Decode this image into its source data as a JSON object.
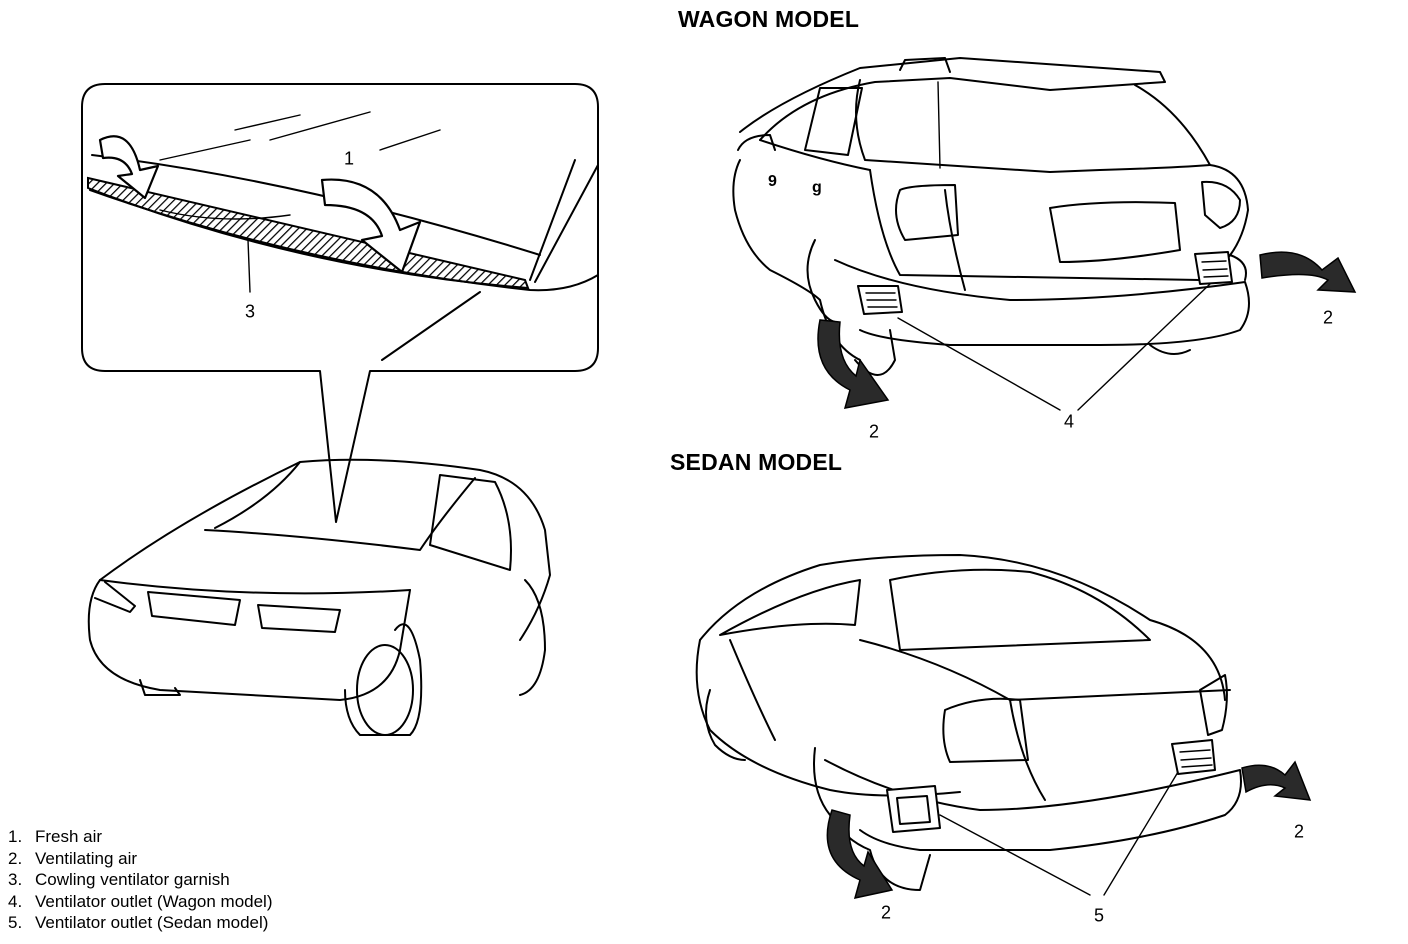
{
  "headings": {
    "wagon": "WAGON MODEL",
    "sedan": "SEDAN MODEL"
  },
  "callouts": {
    "fresh_air": "1",
    "garnish": "3",
    "wagon_air_left": "2",
    "wagon_air_right": "2",
    "wagon_outlet": "4",
    "sedan_air_left": "2",
    "sedan_air_right": "2",
    "sedan_outlet": "5"
  },
  "legend": [
    {
      "num": "1.",
      "text": "Fresh air"
    },
    {
      "num": "2.",
      "text": "Ventilating air"
    },
    {
      "num": "3.",
      "text": "Cowling ventilator garnish"
    },
    {
      "num": "4.",
      "text": "Ventilator outlet (Wagon model)"
    },
    {
      "num": "5.",
      "text": "Ventilator outlet (Sedan model)"
    }
  ]
}
